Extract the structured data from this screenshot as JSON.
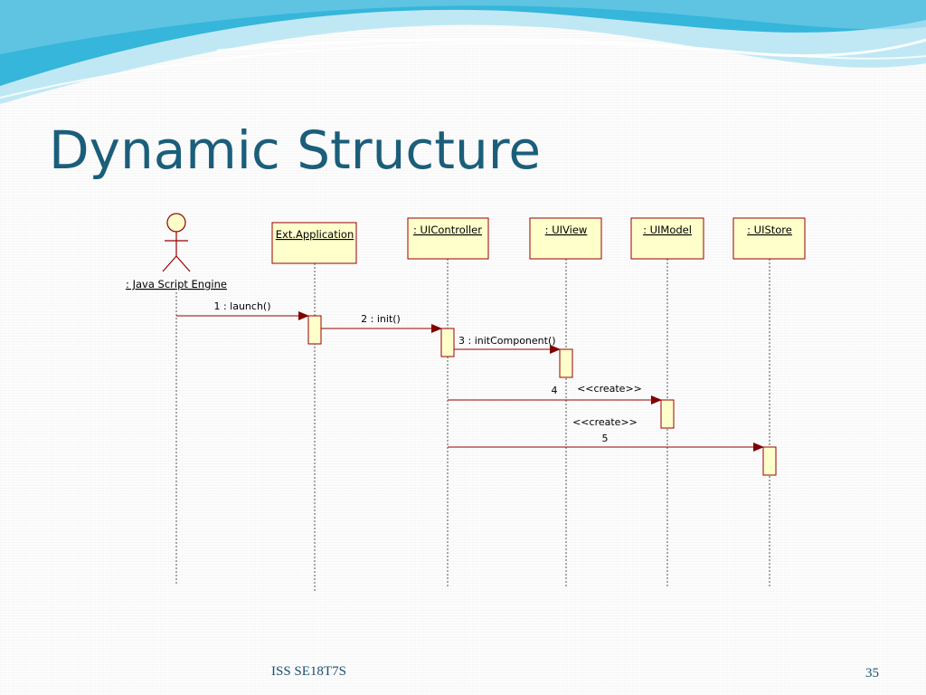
{
  "slide": {
    "title": "Dynamic Structure",
    "footer": "ISS SE18T7S",
    "page_number": "35"
  },
  "colors": {
    "title": "#1b5e7a",
    "box_fill": "#ffffcc",
    "box_stroke": "#990000",
    "arrow": "#800000",
    "wave_dark": "#35b6da",
    "wave_light": "#bfe8f4"
  },
  "diagram": {
    "actor": {
      "label": ": Java Script Engine"
    },
    "objects": [
      {
        "id": "ext-application",
        "label": "Ext.Application"
      },
      {
        "id": "uicontroller",
        "label": ": UIController"
      },
      {
        "id": "uiview",
        "label": ": UIView"
      },
      {
        "id": "uimodel",
        "label": ": UIModel"
      },
      {
        "id": "uistore",
        "label": ": UIStore"
      }
    ],
    "messages": [
      {
        "id": "msg-1",
        "label": "1 : launch()",
        "from": "actor",
        "to": "ext-application"
      },
      {
        "id": "msg-2",
        "label": "2 : init()",
        "from": "ext-application",
        "to": "uicontroller"
      },
      {
        "id": "msg-3",
        "label": "3 : initComponent()",
        "from": "uicontroller",
        "to": "uiview"
      },
      {
        "id": "msg-4",
        "number": "4",
        "stereotype": "<<create>>",
        "from": "uicontroller",
        "to": "uimodel"
      },
      {
        "id": "msg-5",
        "number": "5",
        "stereotype": "<<create>>",
        "from": "uicontroller",
        "to": "uistore"
      }
    ]
  }
}
